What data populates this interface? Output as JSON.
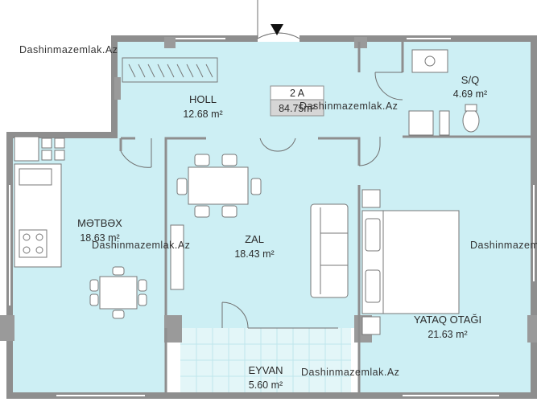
{
  "watermark": "Dashinmazemlak.Az",
  "apartment": {
    "type": "2 A",
    "total_area": "84.75m²"
  },
  "rooms": {
    "holl": {
      "name": "HOLL",
      "area": "12.68 m²"
    },
    "sq": {
      "name": "S/Q",
      "area": "4.69 m²"
    },
    "metbex": {
      "name": "MƏTBƏX",
      "area": "18.63 m²"
    },
    "zal": {
      "name": "ZAL",
      "area": "18.43 m²"
    },
    "yataq": {
      "name": "YATAQ OTAĞI",
      "area": "21.63 m²"
    },
    "eyvan": {
      "name": "EYVAN",
      "area": "5.60 m²"
    }
  },
  "colors": {
    "floor": "#cdeff4",
    "wall": "#8e8e8e",
    "line": "#6f6f6f",
    "balcony": "#e3f6f8"
  }
}
